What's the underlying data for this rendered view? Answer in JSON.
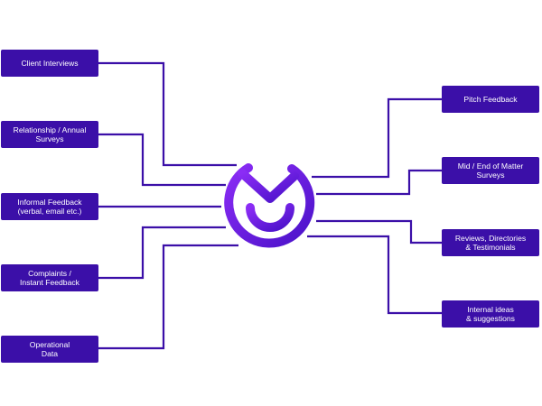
{
  "colors": {
    "node_fill": "#3b0fa8",
    "node_text": "#ffffff",
    "connector": "#3b0fa8",
    "logo_gradient_start": "#8b2cf5",
    "logo_gradient_end": "#4a12c9"
  },
  "logo_icon": "checkmark-smile-logo-icon",
  "inputs": [
    {
      "label": "Client Interviews"
    },
    {
      "label": "Relationship / Annual\nSurveys"
    },
    {
      "label": "Informal Feedback\n(verbal, email etc.)"
    },
    {
      "label": "Complaints /\nInstant Feedback"
    },
    {
      "label": "Operational\nData"
    }
  ],
  "outputs": [
    {
      "label": "Pitch Feedback"
    },
    {
      "label": "Mid / End of Matter\nSurveys"
    },
    {
      "label": "Reviews, Directories\n& Testimonials"
    },
    {
      "label": "Internal ideas\n& suggestions"
    }
  ]
}
